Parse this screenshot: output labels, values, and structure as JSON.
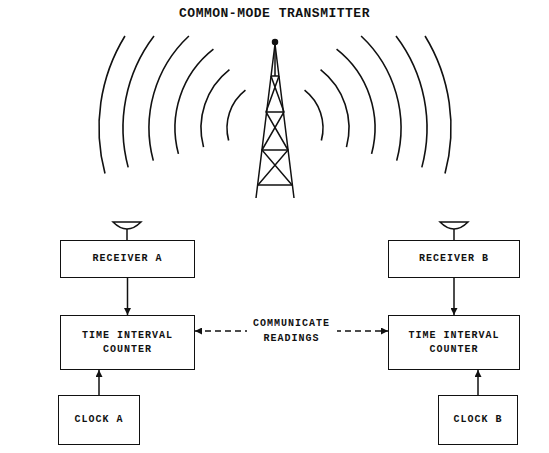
{
  "diagram": {
    "title": "COMMON-MODE TRANSMITTER",
    "nodes": [
      {
        "text": [
          "RECEIVER A"
        ]
      },
      {
        "text": [
          "RECEIVER B"
        ]
      },
      {
        "text": [
          "TIME INTERVAL COUNTER"
        ]
      },
      {
        "text": [
          "TIME INTERVAL COUNTER"
        ]
      },
      {
        "text": [
          "CLOCK A"
        ]
      },
      {
        "text": [
          "CLOCK B"
        ]
      }
    ],
    "edges": [
      {
        "from": 0,
        "to": 2,
        "arrow": "to"
      },
      {
        "from": 4,
        "to": 2,
        "arrow": "to"
      },
      {
        "from": 1,
        "to": 3,
        "arrow": "to"
      },
      {
        "from": 5,
        "to": 3,
        "arrow": "to"
      },
      {
        "from": 2,
        "to": 3,
        "label": "COMMUNICATE READINGS",
        "arrow": "both"
      }
    ]
  }
}
